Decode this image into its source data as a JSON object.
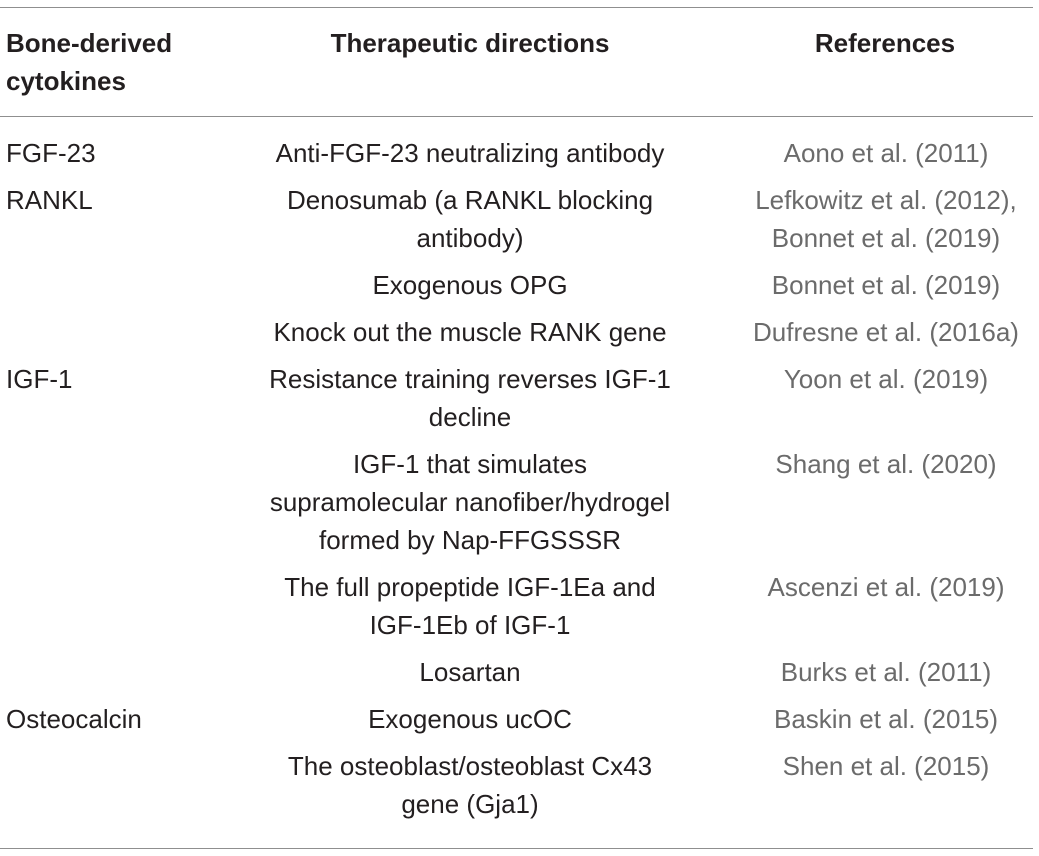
{
  "table": {
    "headers": {
      "col1": "Bone-derived cytokines",
      "col1_line1": "Bone-derived",
      "col1_line2": "cytokines",
      "col2": "Therapeutic directions",
      "col3": "References"
    },
    "rows": [
      {
        "cytokine": "FGF-23",
        "direction": "Anti-FGF-23 neutralizing antibody",
        "direction_lines": [
          "Anti-FGF-23 neutralizing antibody"
        ],
        "reference_lines": [
          "Aono et al. (2011)"
        ]
      },
      {
        "cytokine": "RANKL",
        "direction": "Denosumab (a RANKL blocking antibody)",
        "direction_lines": [
          "Denosumab (a RANKL blocking",
          "antibody)"
        ],
        "reference_lines": [
          "Lefkowitz et al. (2012),",
          "Bonnet et al. (2019)"
        ]
      },
      {
        "cytokine": "",
        "direction": "Exogenous OPG",
        "direction_lines": [
          "Exogenous OPG"
        ],
        "reference_lines": [
          "Bonnet et al. (2019)"
        ]
      },
      {
        "cytokine": "",
        "direction": "Knock out the muscle RANK gene",
        "direction_lines": [
          "Knock out the muscle RANK gene"
        ],
        "reference_lines": [
          "Dufresne et al. (2016a)"
        ]
      },
      {
        "cytokine": "IGF-1",
        "direction": "Resistance training reverses IGF-1 decline",
        "direction_lines": [
          "Resistance training reverses IGF-1",
          "decline"
        ],
        "reference_lines": [
          "Yoon et al. (2019)"
        ]
      },
      {
        "cytokine": "",
        "direction": "IGF-1 that simulates supramolecular nanofiber/hydrogel formed by Nap-FFGSSSR",
        "direction_lines": [
          "IGF-1 that simulates",
          "supramolecular nanofiber/hydrogel",
          "formed by Nap-FFGSSSR"
        ],
        "reference_lines": [
          "Shang et al. (2020)"
        ]
      },
      {
        "cytokine": "",
        "direction": "The full propeptide IGF-1Ea and IGF-1Eb of IGF-1",
        "direction_lines": [
          "The full propeptide IGF-1Ea and",
          "IGF-1Eb of IGF-1"
        ],
        "reference_lines": [
          "Ascenzi et al. (2019)"
        ]
      },
      {
        "cytokine": "",
        "direction": "Losartan",
        "direction_lines": [
          "Losartan"
        ],
        "reference_lines": [
          "Burks et al. (2011)"
        ]
      },
      {
        "cytokine": "Osteocalcin",
        "direction": "Exogenous ucOC",
        "direction_lines": [
          "Exogenous ucOC"
        ],
        "reference_lines": [
          "Baskin et al. (2015)"
        ]
      },
      {
        "cytokine": "",
        "direction": "The osteoblast/osteoblast Cx43 gene (Gja1)",
        "direction_lines": [
          "The osteoblast/osteoblast Cx43",
          "gene (Gja1)"
        ],
        "reference_lines": [
          "Shen et al. (2015)"
        ]
      }
    ]
  },
  "colors": {
    "text": "#231f20",
    "reference_text": "#6b6b6b",
    "rule": "#8f8f8f"
  }
}
